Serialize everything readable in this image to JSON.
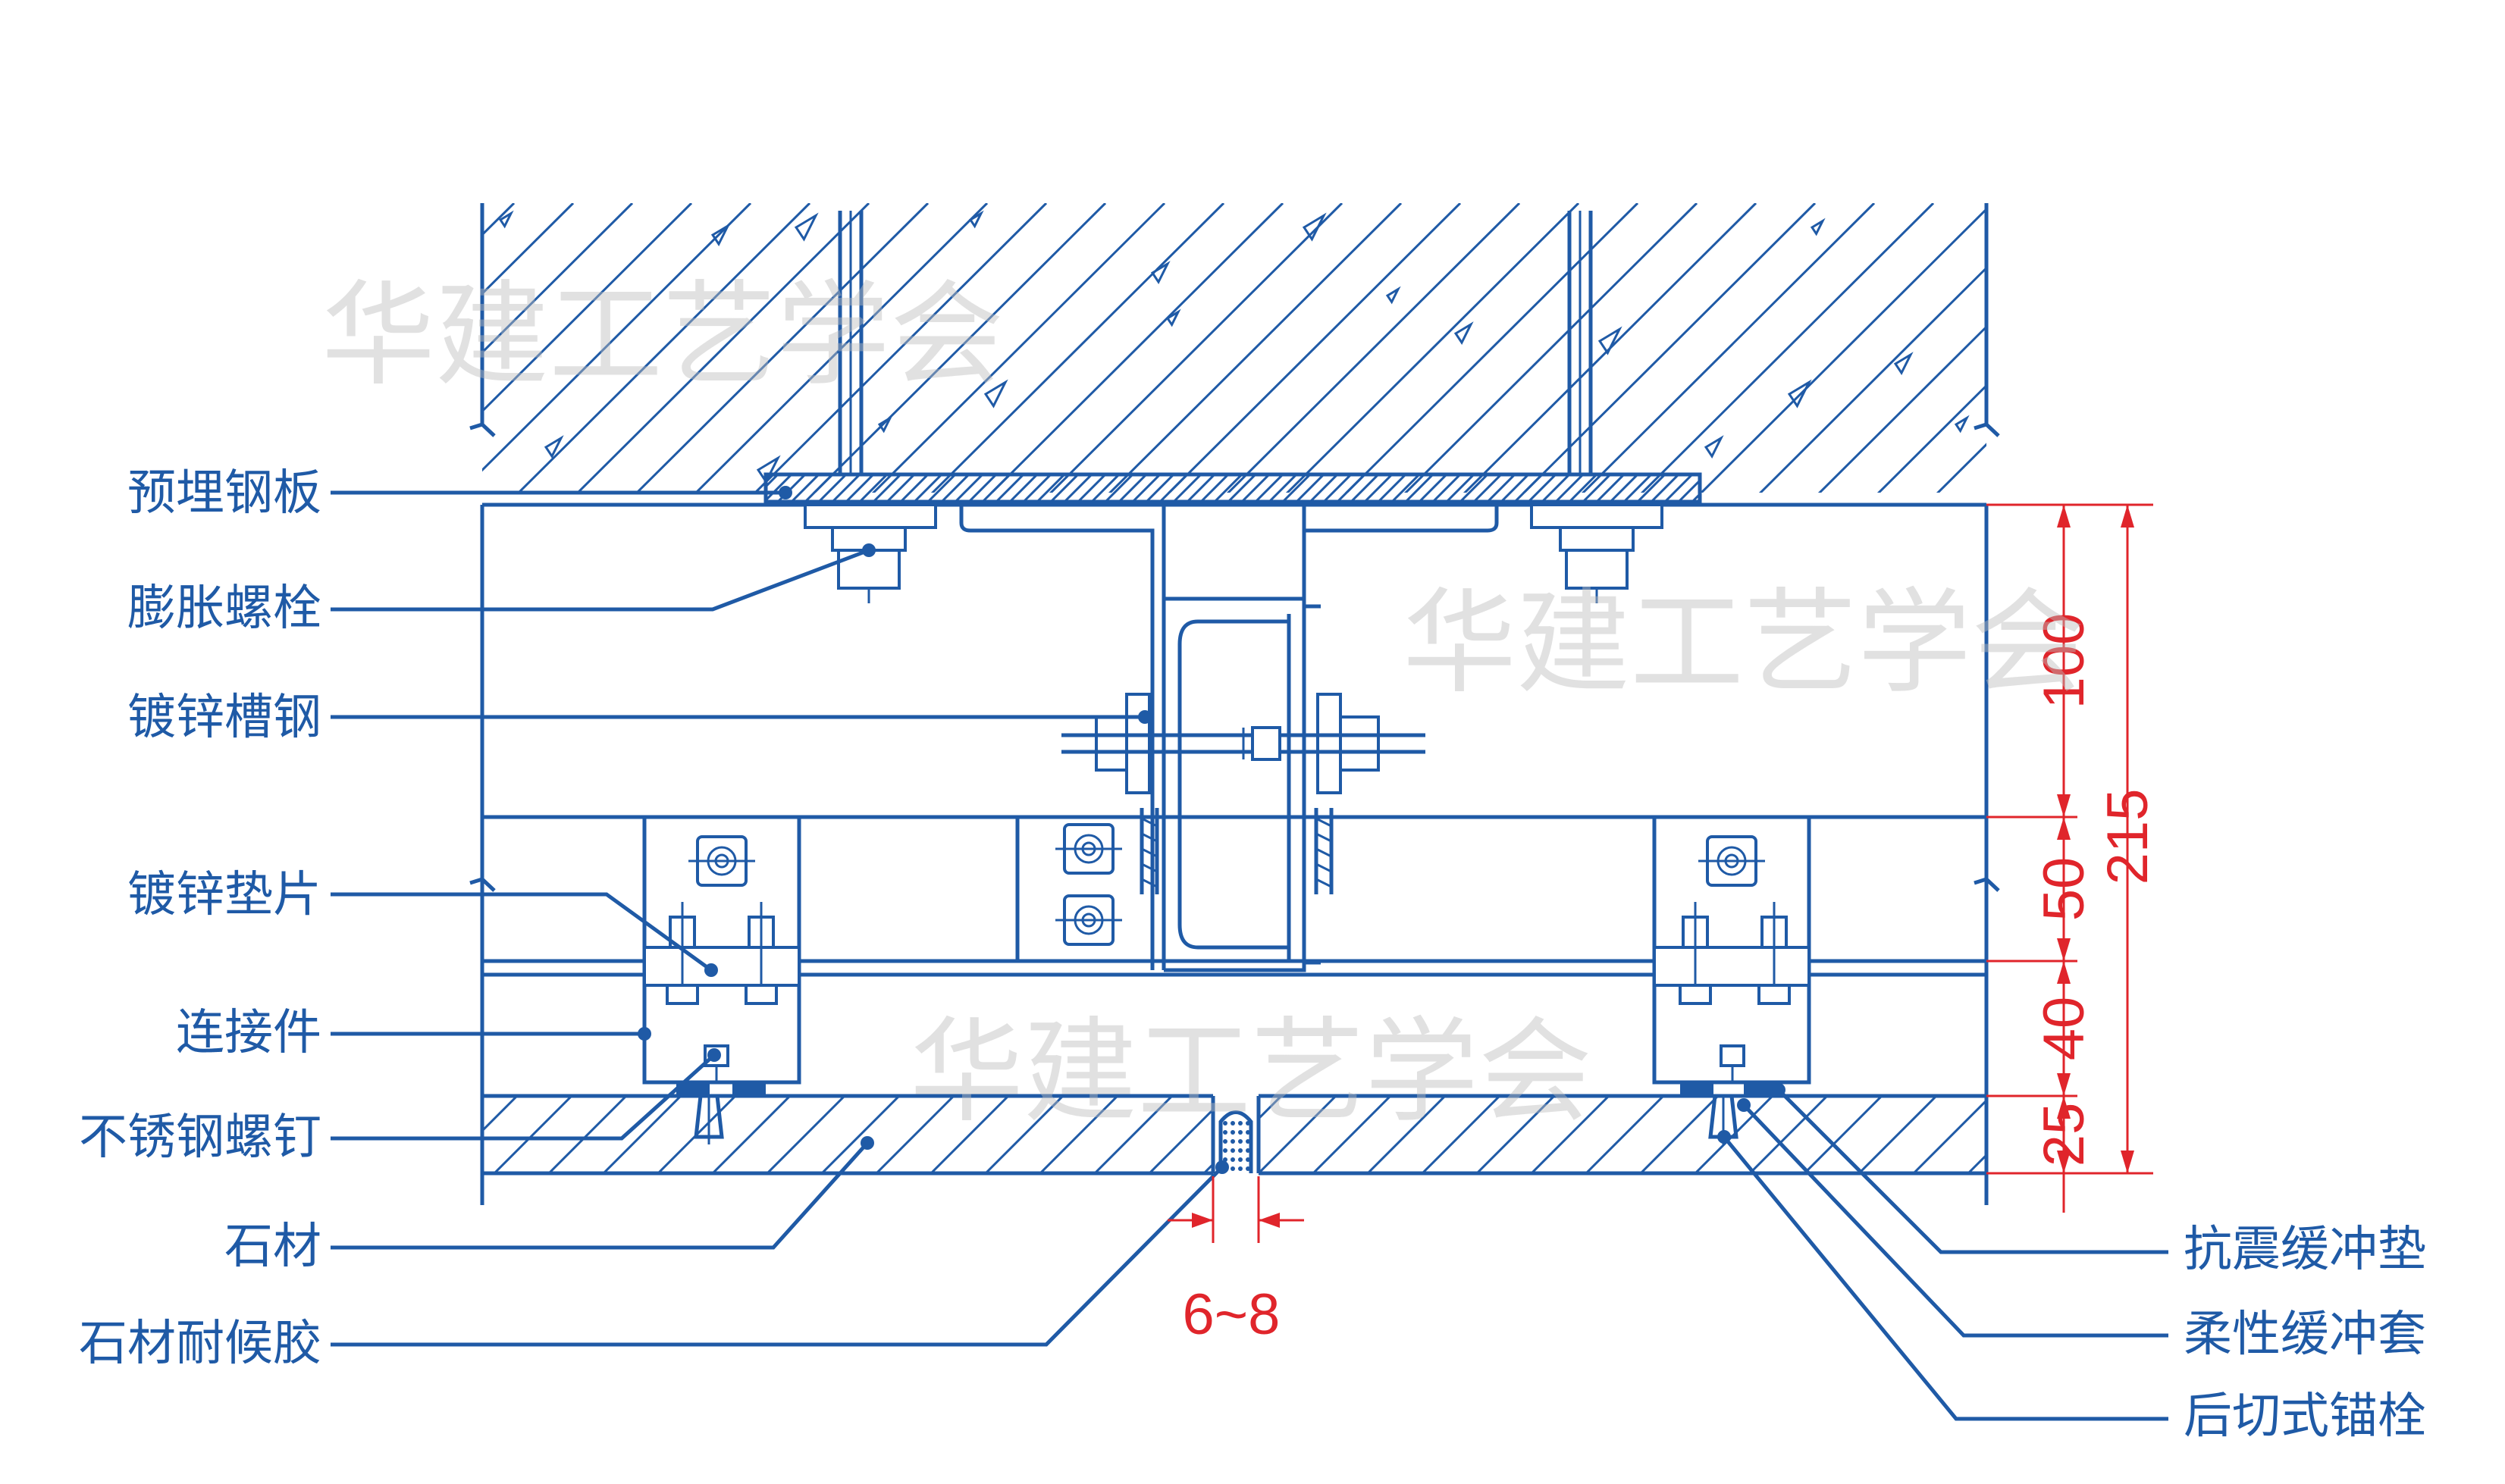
{
  "labels_left": [
    {
      "id": "embedded-steel-plate",
      "text": "预埋钢板"
    },
    {
      "id": "expansion-bolt",
      "text": "膨胀螺栓"
    },
    {
      "id": "galvanized-channel-steel",
      "text": "镀锌槽钢"
    },
    {
      "id": "galvanized-washer",
      "text": "镀锌垫片"
    },
    {
      "id": "connector",
      "text": "连接件"
    },
    {
      "id": "stainless-screw",
      "text": "不锈钢螺钉"
    },
    {
      "id": "stone",
      "text": "石材"
    },
    {
      "id": "stone-sealant",
      "text": "石材耐候胶"
    }
  ],
  "labels_right": [
    {
      "id": "seismic-cushion-pad",
      "text": "抗震缓冲垫"
    },
    {
      "id": "flexible-cushion-sleeve",
      "text": "柔性缓冲套"
    },
    {
      "id": "undercut-anchor",
      "text": "后切式锚栓"
    }
  ],
  "dimensions": {
    "d100": "100",
    "d50": "50",
    "d40": "40",
    "d25": "25",
    "d215": "215",
    "joint": "6~8"
  },
  "watermark": "华建工艺学会",
  "colors": {
    "line": "#1f5aa6",
    "dimension": "#e0252b",
    "watermark": "#bdbdbd"
  }
}
